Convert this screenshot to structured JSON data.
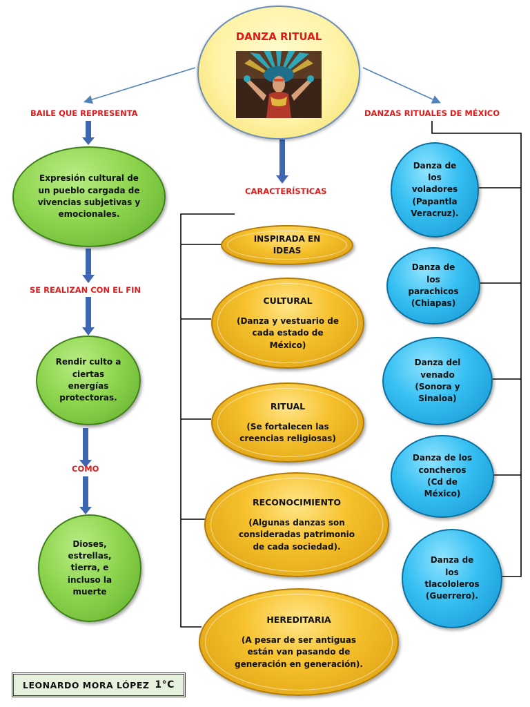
{
  "title": "DANZA RITUAL",
  "photo": {
    "alt": "Danzante con penacho de plumas"
  },
  "left_branch": {
    "label_top": "BAILE QUE REPRESENTA",
    "node1": "Expresión cultural de un pueblo cargada de vivencias subjetivas y emocionales.",
    "label_mid": "SE REALIZAN CON EL FIN",
    "node2": "Rendir culto a ciertas energías protectoras.",
    "label_bottom": "COMO",
    "node3": "Dioses, estrellas, tierra, e incluso la muerte"
  },
  "center_branch": {
    "label": "CARACTERÍSTICAS",
    "items": [
      {
        "title": "INSPIRADA EN IDEAS",
        "text": ""
      },
      {
        "title": "CULTURAL",
        "text": "(Danza y vestuario de cada estado de México)"
      },
      {
        "title": "RITUAL",
        "text": "(Se fortalecen las creencias religiosas)"
      },
      {
        "title": "RECONOCIMIENTO",
        "text": "(Algunas danzas son consideradas patrimonio de cada sociedad)."
      },
      {
        "title": "HEREDITARIA",
        "text": "(A pesar de ser antiguas están van pasando de generación en generación)."
      }
    ]
  },
  "right_branch": {
    "label": "DANZAS RITUALES DE MÉXICO",
    "items": [
      "Danza de los voladores (Papantla Veracruz).",
      "Danza de los parachicos (Chiapas)",
      "Danza del venado (Sonora y Sinaloa)",
      "Danza de los concheros (Cd de México)",
      "Danza de los tlacololeros (Guerrero)."
    ]
  },
  "footer": {
    "author": "LEONARDO MORA LÓPEZ",
    "grade": "1°C"
  },
  "colors": {
    "label_red": "#e01b1b",
    "arrow_blue": "#4f81bd",
    "green_node": "#8fd650",
    "gold_node": "#f7c22e",
    "blue_node": "#35bff2",
    "connector": "#000000"
  }
}
